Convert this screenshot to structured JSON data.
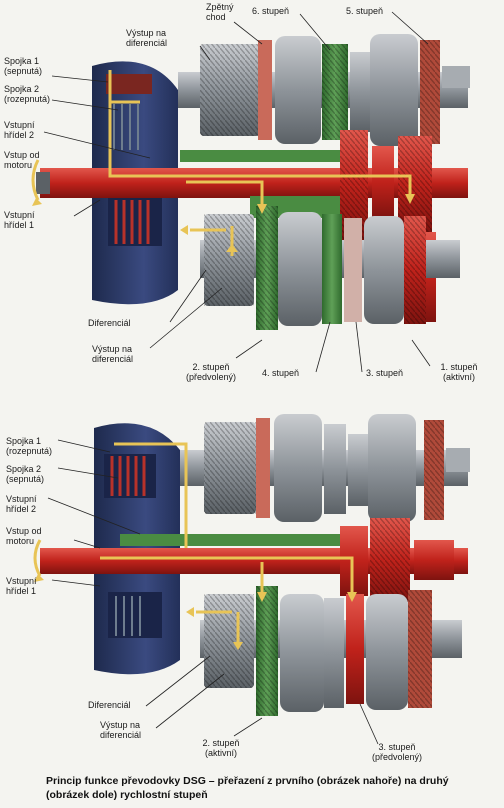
{
  "top": {
    "labels": {
      "spojka1": "Spojka 1\n(sepnutá)",
      "spojka2": "Spojka 2\n(rozepnutá)",
      "vstupni_hridel2": "Vstupní\nhřídel 2",
      "vstup_od_motoru": "Vstup od\nmotoru",
      "vstupni_hridel1": "Vstupní\nhřídel 1",
      "vystup_top": "Výstup na\ndiferenciál",
      "zpetny_chod": "Zpětný\nchod",
      "stupen6": "6. stupeň",
      "stupen5": "5. stupeň",
      "diferencial": "Diferenciál",
      "vystup_bottom": "Výstup na\ndiferenciál",
      "stupen2": "2. stupeň\n(předvolený)",
      "stupen4": "4. stupeň",
      "stupen3": "3. stupeň",
      "stupen1": "1. stupeň\n(aktivní)"
    }
  },
  "bottom": {
    "labels": {
      "spojka1": "Spojka 1\n(rozepnutá)",
      "spojka2": "Spojka 2\n(sepnutá)",
      "vstupni_hridel2": "Vstupní\nhřídel 2",
      "vstup_od_motoru": "Vstup od\nmotoru",
      "vstupni_hridel1": "Vstupní\nhřídel 1",
      "diferencial": "Diferenciál",
      "vystup": "Výstup na\ndiferenciál",
      "stupen2": "2. stupeň\n(aktivní)",
      "stupen3": "3. stupeň\n(předvolený)"
    }
  },
  "caption": "Princip funkce převodovky DSG – přeřazení z prvního (obrázek nahoře) na druhý (obrázek dole) rychlostní stupeň",
  "colors": {
    "housing": "#2c3a66",
    "shaft_red": "#c8261e",
    "gear_green": "#3e7f3a",
    "gear_grey": "#9aa0a6",
    "arrow_yellow": "#e8c456",
    "clutch_red": "#b8322a"
  }
}
